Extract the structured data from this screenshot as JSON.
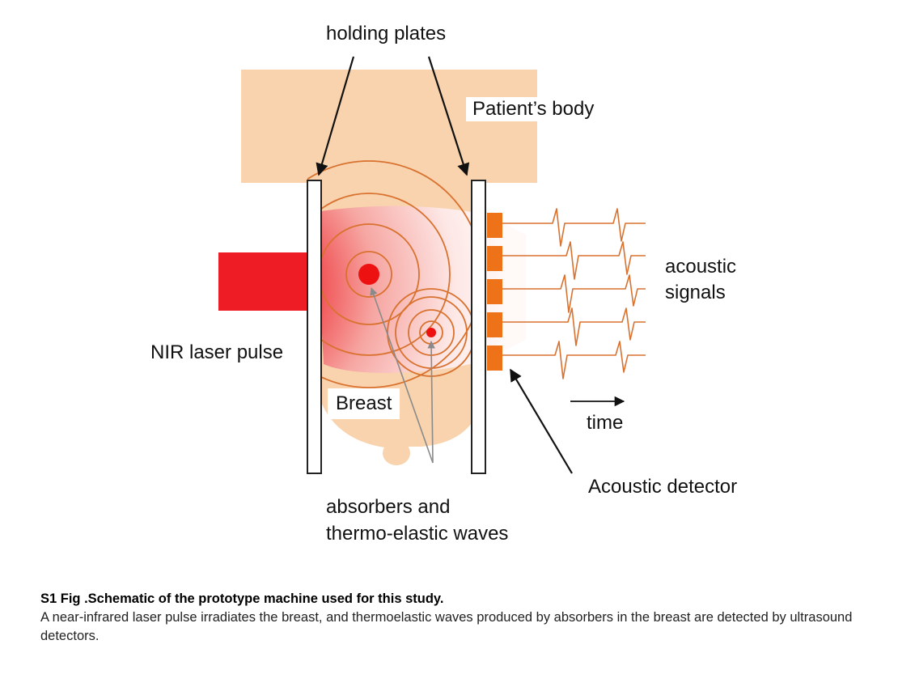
{
  "diagram": {
    "labels": {
      "holding_plates": "holding plates",
      "patients_body": "Patient’s body",
      "acoustic_signals_line1": "acoustic",
      "acoustic_signals_line2": "signals",
      "nir_laser_pulse": "NIR laser pulse",
      "breast": "Breast",
      "time": "time",
      "acoustic_detector": "Acoustic detector",
      "absorbers_line1": "absorbers and",
      "absorbers_line2": "thermo-elastic waves"
    },
    "colors": {
      "body": "#f8d3ad",
      "laser": "#ee1c25",
      "absorber": "#ee1111",
      "wave": "#d9712f",
      "detector": "#ee7318",
      "plate_border": "#222222",
      "pointer_gray": "#8a8a8a"
    }
  },
  "caption": {
    "title": "S1 Fig .Schematic of the prototype machine used for this study.",
    "body": "A near-infrared laser pulse irradiates the breast, and thermoelastic waves produced by absorbers in the breast are detected by ultrasound detectors."
  }
}
